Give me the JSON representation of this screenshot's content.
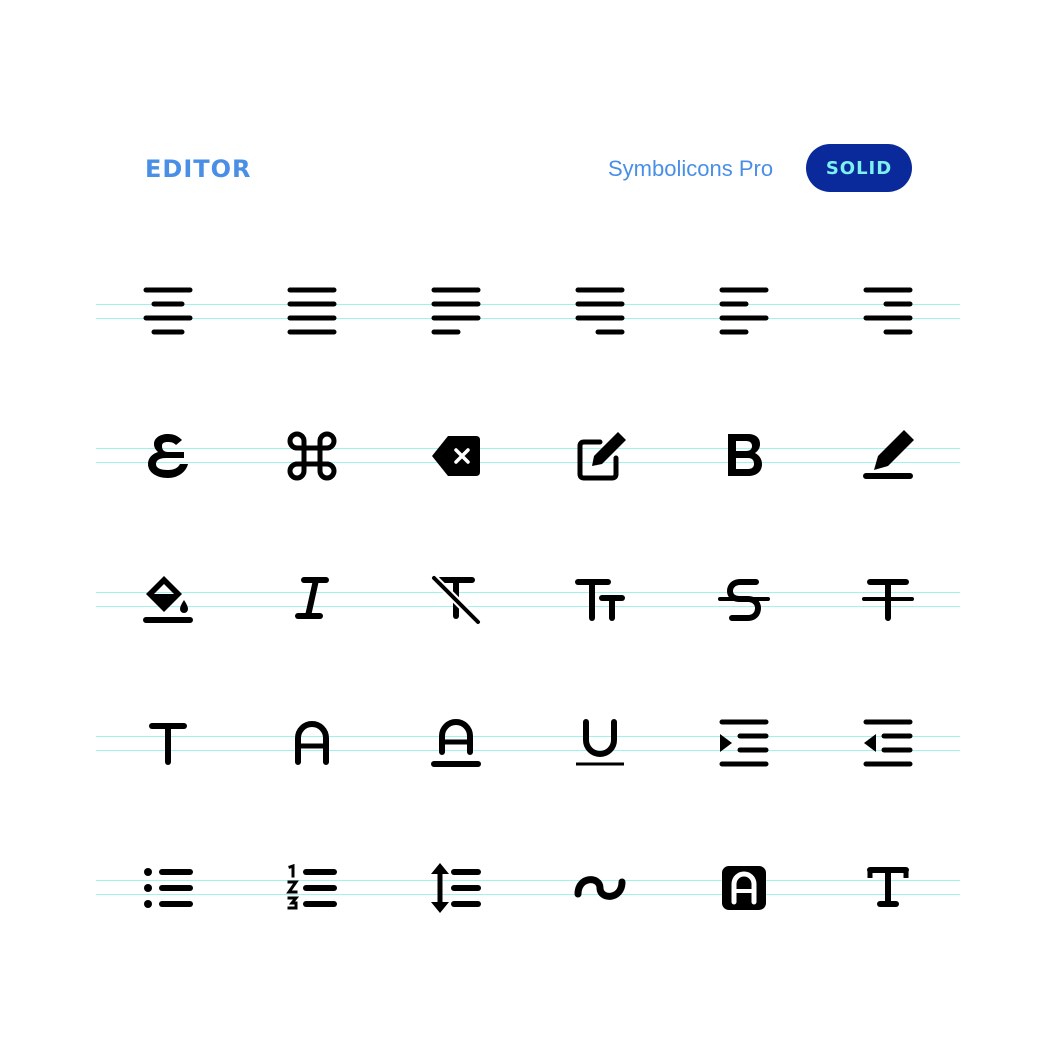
{
  "header": {
    "title": "EDITOR",
    "brand": "Symbolicons Pro",
    "badge": "SOLID"
  },
  "colors": {
    "title": "#4a8fe6",
    "badge_bg": "#0a2a9c",
    "badge_text": "#7ef0f0",
    "guides": "#9ff3ec",
    "icon": "#000000"
  },
  "icons": [
    [
      "align-center-icon",
      "align-justify-icon",
      "align-justify-left-icon",
      "align-justify-right-icon",
      "align-left-icon",
      "align-right-icon"
    ],
    [
      "ampersand-icon",
      "command-key-icon",
      "backspace-delete-icon",
      "edit-square-icon",
      "bold-icon",
      "pen-line-icon"
    ],
    [
      "fill-color-icon",
      "italic-icon",
      "clear-format-icon",
      "text-size-icon",
      "strikethrough-icon",
      "text-strike-icon"
    ],
    [
      "text-icon",
      "letter-a-icon",
      "text-color-icon",
      "underline-icon",
      "indent-icon",
      "outdent-icon"
    ],
    [
      "bulleted-list-icon",
      "numbered-list-icon",
      "line-spacing-icon",
      "wave-icon",
      "letter-a-box-icon",
      "text-serif-icon"
    ]
  ]
}
